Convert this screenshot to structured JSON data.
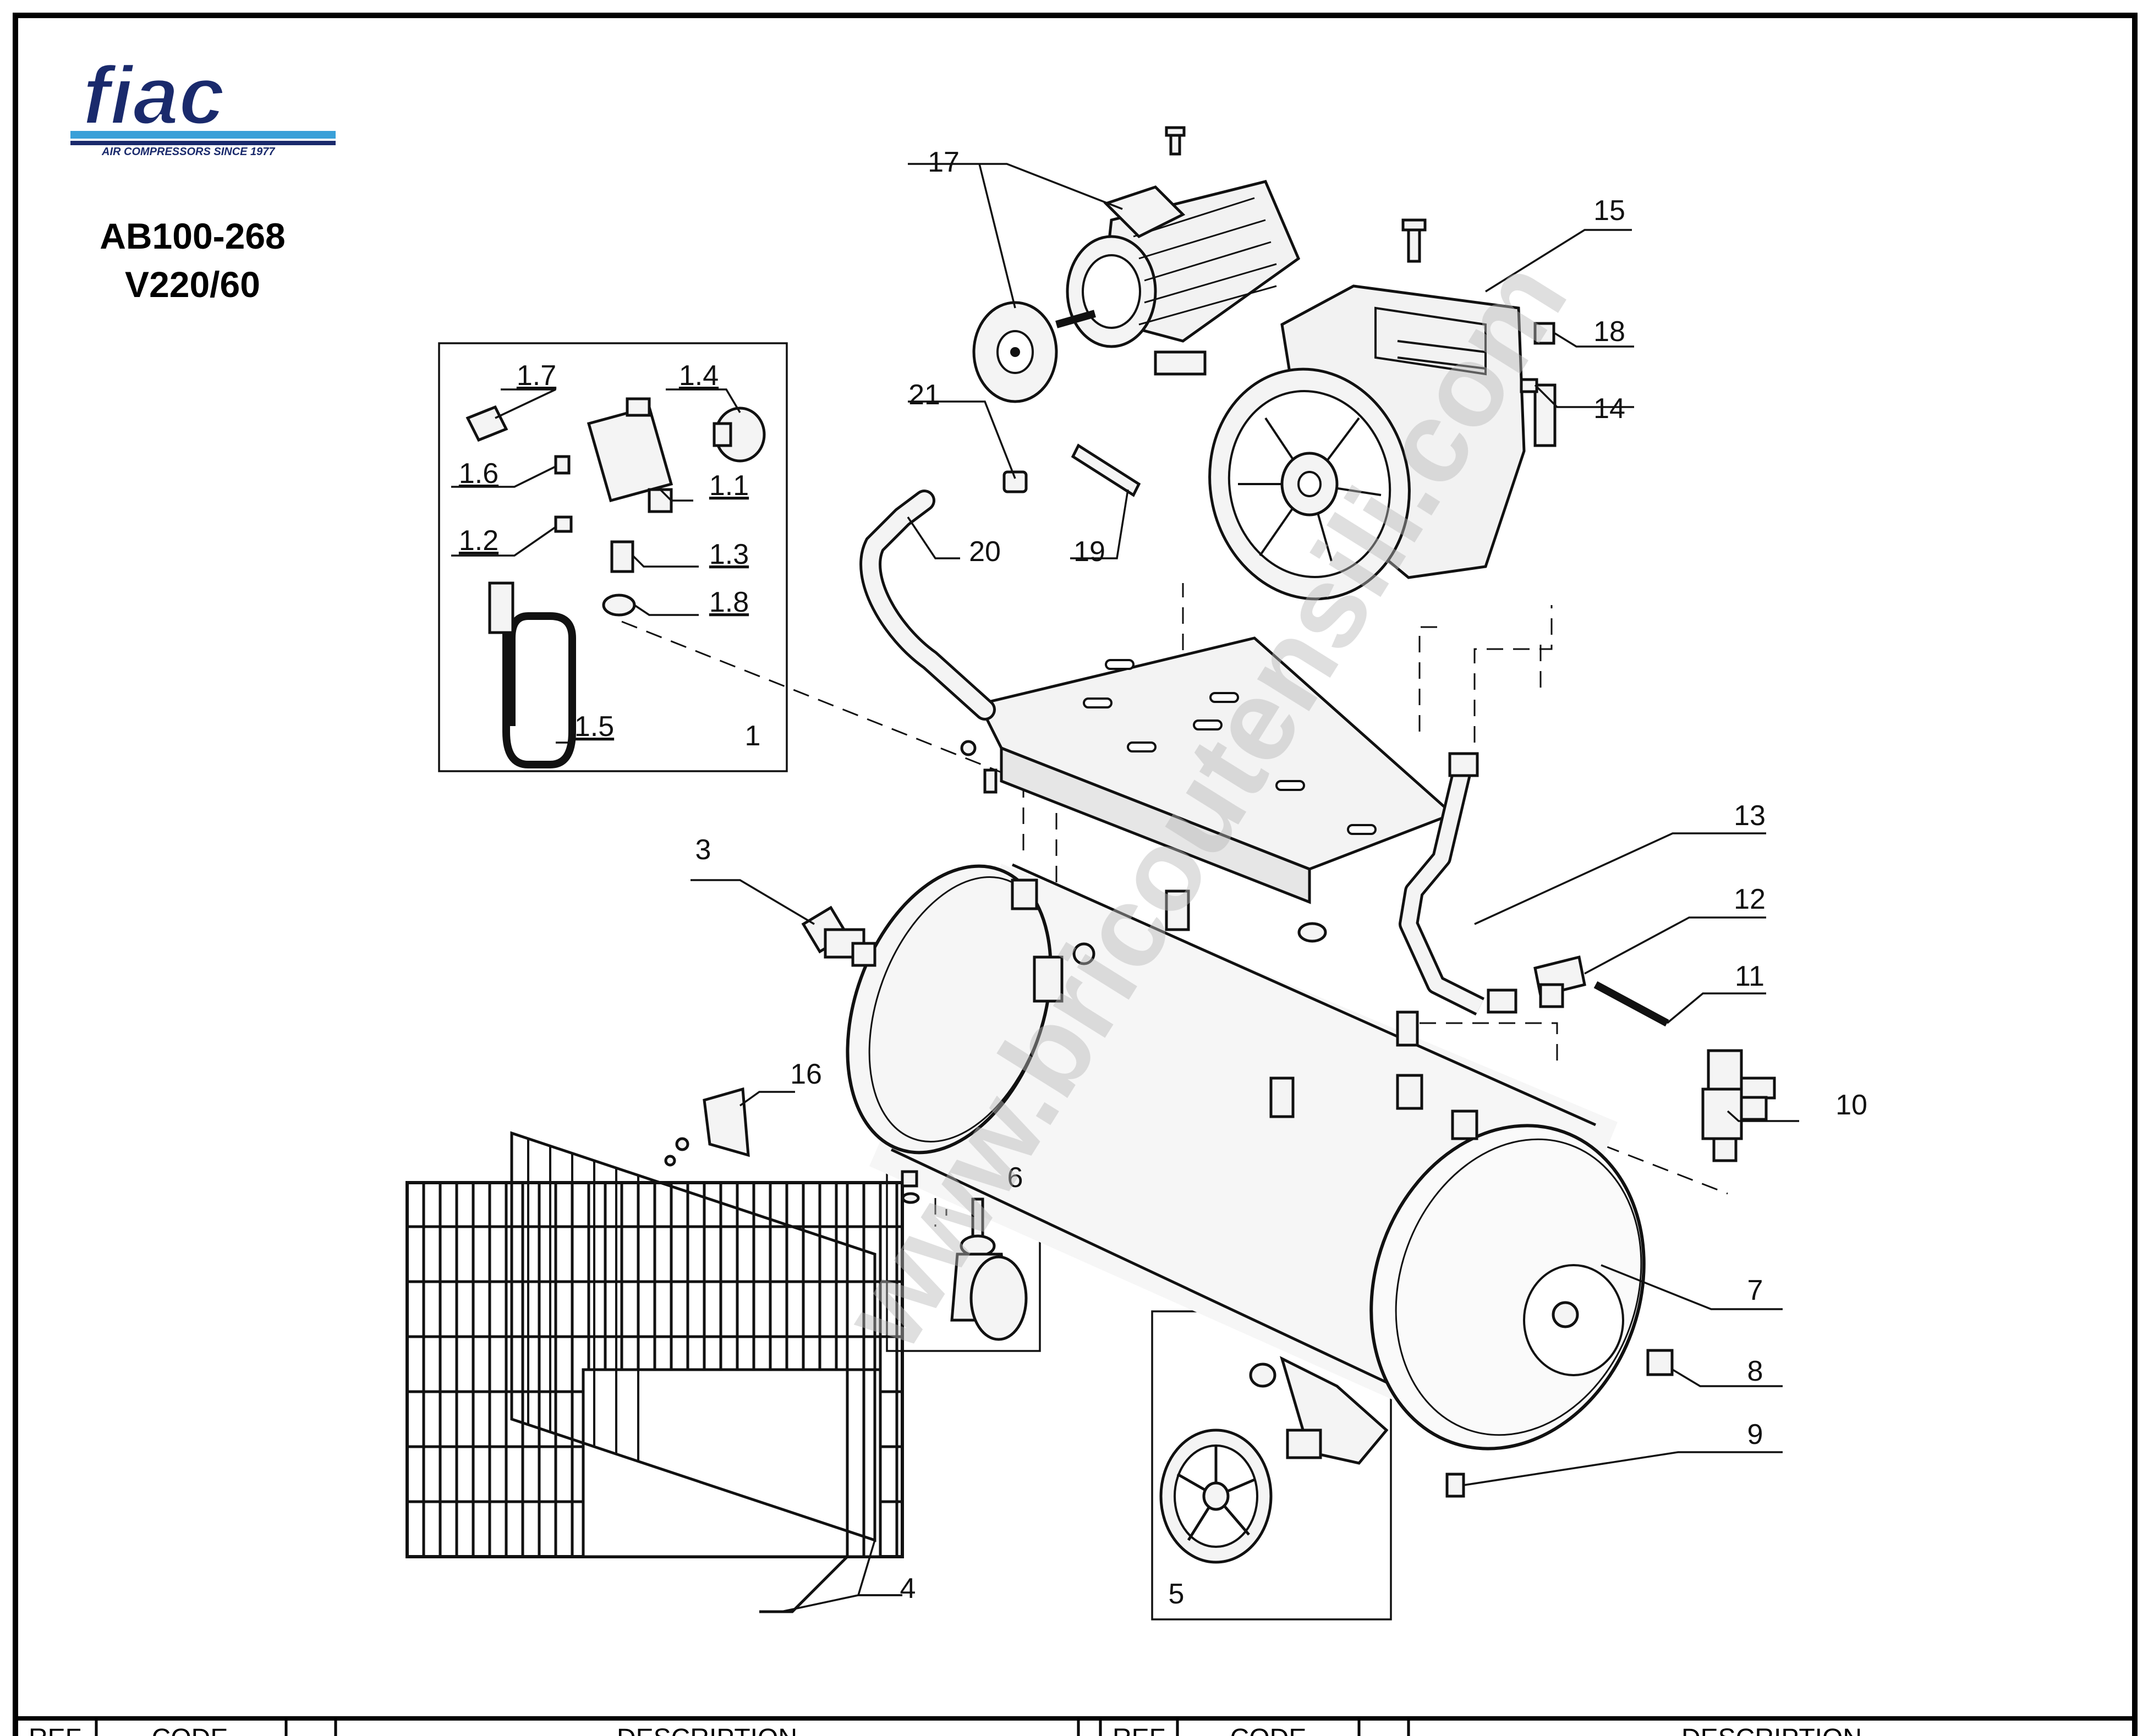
{
  "brand": {
    "name": "fiac",
    "tagline": "AIR COMPRESSORS SINCE 1977",
    "color_primary": "#1a2a6c",
    "color_accent": "#3aa0d8"
  },
  "model": {
    "line1": "AB100-268",
    "line2": "V220/60"
  },
  "watermark": "www.bricoutensili.com",
  "table_header": {
    "ref": "REF",
    "code": "CODE",
    "description": "DESCRIPTION"
  },
  "callouts": {
    "p1": "1",
    "p1_1": "1.1",
    "p1_2": "1.2",
    "p1_3": "1.3",
    "p1_4": "1.4",
    "p1_5": "1.5",
    "p1_6": "1.6",
    "p1_7": "1.7",
    "p1_8": "1.8",
    "p3": "3",
    "p4": "4",
    "p5": "5",
    "p6": "6",
    "p7": "7",
    "p8": "8",
    "p9": "9",
    "p10": "10",
    "p11": "11",
    "p12": "12",
    "p13": "13",
    "p14": "14",
    "p15": "15",
    "p16": "16",
    "p17": "17",
    "p18": "18",
    "p19": "19",
    "p20": "20",
    "p21": "21"
  }
}
